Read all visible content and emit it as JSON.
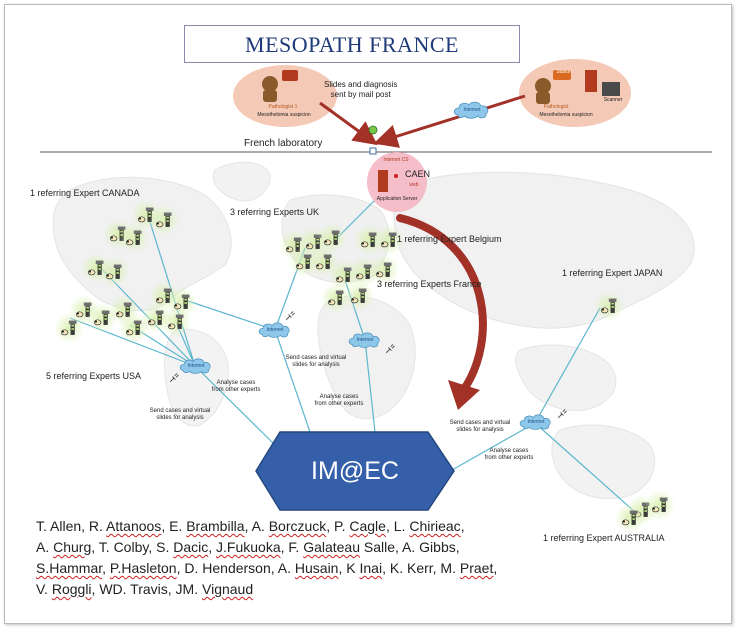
{
  "title": "MESOPATH FRANCE",
  "pathologists": {
    "left": {
      "name": "Pathologist 1",
      "caption": "Mesothelomia suspicion"
    },
    "right": {
      "name": "Pathologist",
      "caption": "Mesothelomia suspicion",
      "scanner": "Scanner",
      "station": "Station"
    },
    "mail_label_line1": "Slides and diagnosis",
    "mail_label_line2": "sent by mail post",
    "internet_label": "Internet"
  },
  "french_lab": "French laboratory",
  "server": {
    "top_tag": "Internet CS",
    "city": "CAEN",
    "sub": "web",
    "label": "Application Server"
  },
  "regions": {
    "canada": "1 referring Expert CANADA",
    "uk": "3 referring Experts UK",
    "belgium": "1 referring Expert Belgium",
    "france": "3 referring Experts France",
    "japan": "1 referring Expert JAPAN",
    "usa": "5 referring Experts USA",
    "australia": "1 referring Expert AUSTRALIA"
  },
  "cloud_label": "Internet",
  "annotations": {
    "send1_l1": "Send cases and virtual",
    "send1_l2": "slides for analysis",
    "analyse1_l1": "Analyse cases",
    "analyse1_l2": "from other experts",
    "send2_l1": "Send cases and virtual",
    "send2_l2": "slides for analysis",
    "analyse2_l1": "Analyse cases",
    "analyse2_l2": "from other experts",
    "send3_l1": "Send cases and virtual",
    "send3_l2": "slides for analysis",
    "analyse3_l1": "Analyse cases",
    "analyse3_l2": "from other experts"
  },
  "hub": "IM@EC",
  "authors": {
    "line1": [
      {
        "t": "T. Allen, R. ",
        "s": false
      },
      {
        "t": "Attanoos",
        "s": true
      },
      {
        "t": ", E. ",
        "s": false
      },
      {
        "t": "Brambilla",
        "s": true
      },
      {
        "t": ", A. ",
        "s": false
      },
      {
        "t": "Borczuck",
        "s": true
      },
      {
        "t": ", P. ",
        "s": false
      },
      {
        "t": "Cagle",
        "s": true
      },
      {
        "t": ",  L. ",
        "s": false
      },
      {
        "t": "Chirieac",
        "s": true
      },
      {
        "t": ",",
        "s": false
      }
    ],
    "line2": [
      {
        "t": "A. ",
        "s": false
      },
      {
        "t": "Churg",
        "s": true
      },
      {
        "t": ", T. Colby, S. ",
        "s": false
      },
      {
        "t": "Dacic",
        "s": true
      },
      {
        "t": ", ",
        "s": false
      },
      {
        "t": "J.Fukuoka",
        "s": true
      },
      {
        "t": ", F. ",
        "s": false
      },
      {
        "t": "Galateau",
        "s": true
      },
      {
        "t": " Salle, A. Gibbs,",
        "s": false
      }
    ],
    "line3": [
      {
        "t": "S.Hammar",
        "s": true
      },
      {
        "t": ", ",
        "s": false
      },
      {
        "t": "P.Hasleton",
        "s": true
      },
      {
        "t": ", D. Henderson, A. ",
        "s": false
      },
      {
        "t": "Husain",
        "s": true
      },
      {
        "t": ", K ",
        "s": false
      },
      {
        "t": "Inai",
        "s": true
      },
      {
        "t": ", K. Kerr, M. ",
        "s": false
      },
      {
        "t": "Praet",
        "s": true
      },
      {
        "t": ",",
        "s": false
      }
    ],
    "line4": [
      {
        "t": "V. ",
        "s": false
      },
      {
        "t": "Roggli",
        "s": true
      },
      {
        "t": ", WD. Travis, JM. ",
        "s": false
      },
      {
        "t": "Vignaud",
        "s": true
      }
    ]
  },
  "colors": {
    "title_text": "#1f3a78",
    "hub_fill": "#3560a9",
    "link_line": "#5bb6cf",
    "arrow": "#a23128",
    "pathologist_bubble": "#f3c3ae",
    "server_bubble": "#f4b7c3",
    "expert_glow": "#cfe9a2",
    "cloud": "#8dc7ea",
    "spellcheck": "#d02020"
  }
}
